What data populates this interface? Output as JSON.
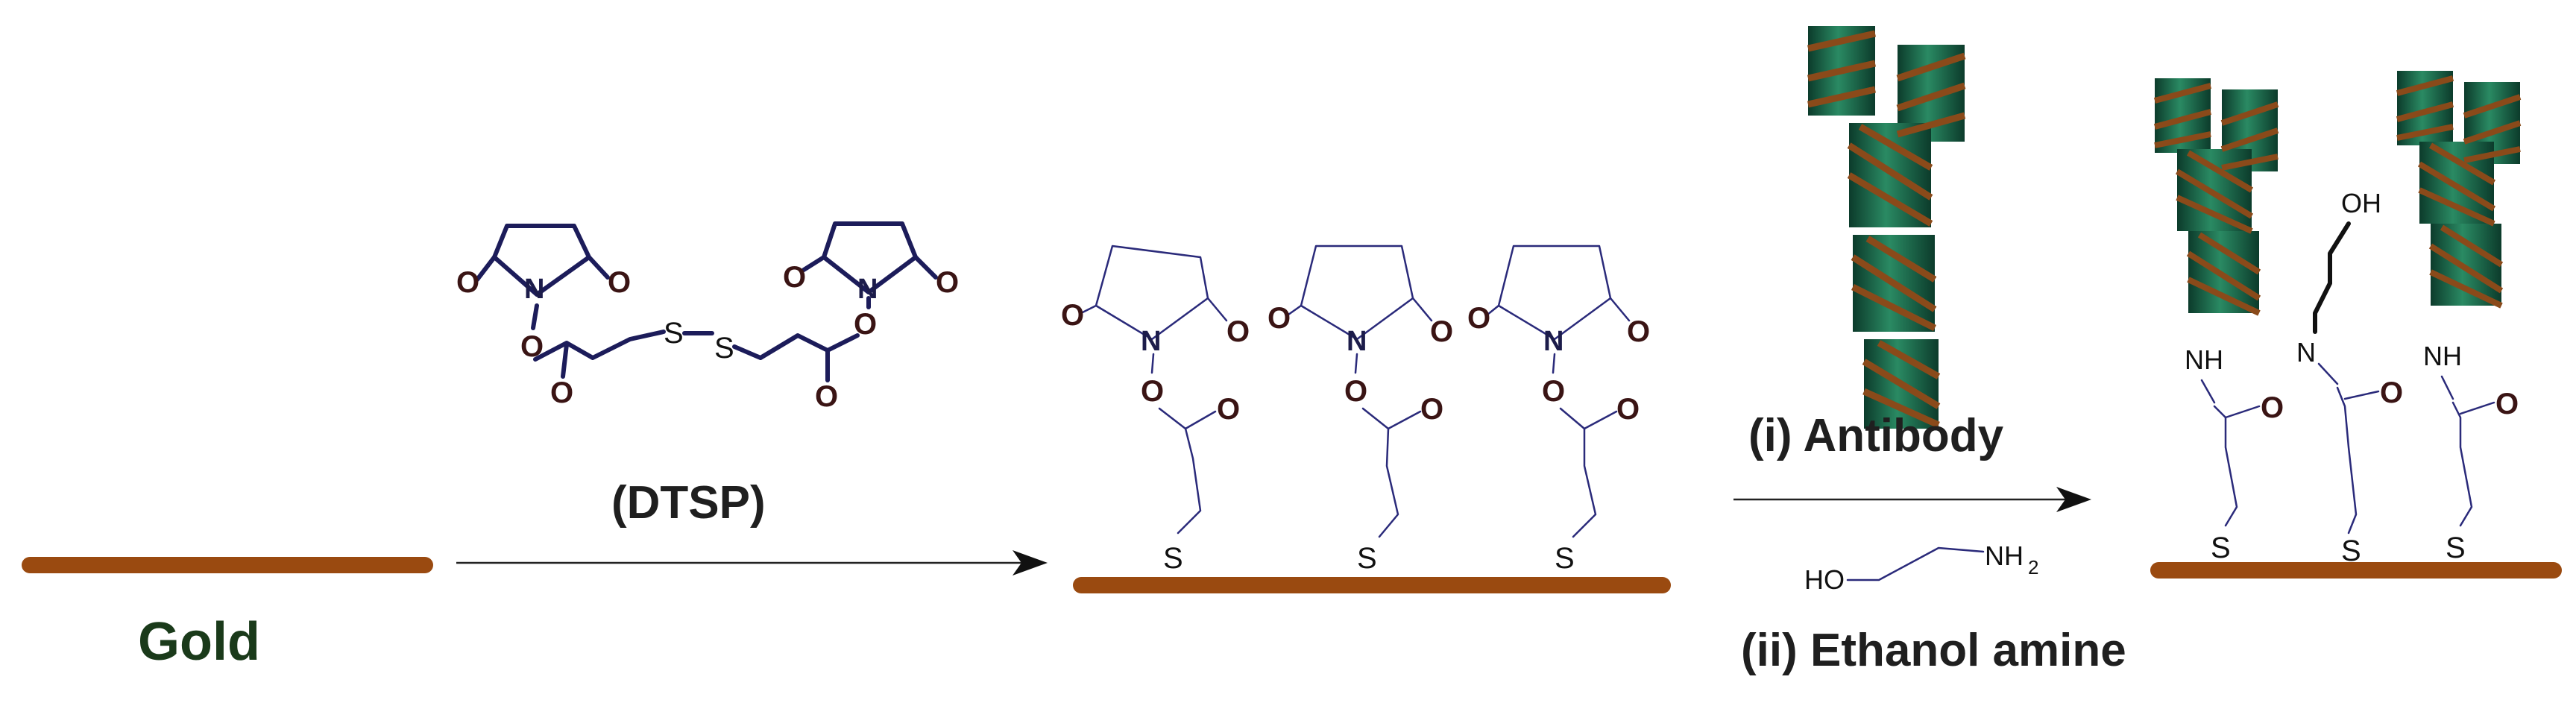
{
  "labels": {
    "gold": "Gold",
    "dtsp": "(DTSP)",
    "step_antibody": "(i) Antibody",
    "step_ethanolamine": "(ii) Ethanol amine"
  },
  "atoms": {
    "oxygen": "O",
    "nitrogen": "N",
    "sulfur": "S",
    "nh": "NH",
    "hydroxyl": "OH",
    "ho": "HO",
    "nh2": "NH",
    "nh2_sub": "2"
  },
  "colors": {
    "gold_surface": "#9a4a10",
    "antibody_body": "#1f6f4f",
    "antibody_wrap": "#8a4a1a",
    "dtsp_bonds": "#1c1c5a"
  }
}
